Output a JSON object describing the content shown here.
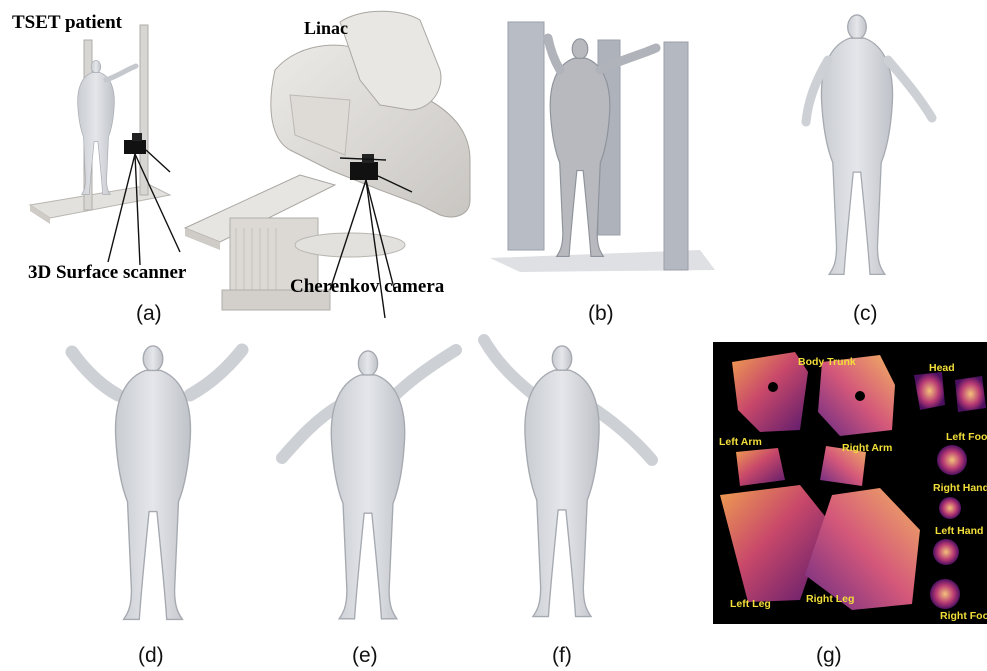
{
  "panel_a": {
    "labels": {
      "patient": "TSET patient",
      "linac": "Linac",
      "scanner": "3D Surface scanner",
      "camera": "Cherenkov camera"
    }
  },
  "panel_g": {
    "labels": {
      "body_trunk": "Body Trunk",
      "head": "Head",
      "left_arm": "Left Arm",
      "right_arm": "Right Arm",
      "left_foot": "Left Foo",
      "right_hand": "Right Hand",
      "left_hand": "Left Hand",
      "left_leg": "Left Leg",
      "right_leg": "Right Leg",
      "right_foot": "Right Foo"
    }
  },
  "panel_labels": {
    "a": "(a)",
    "b": "(b)",
    "c": "(c)",
    "d": "(d)",
    "e": "(e)",
    "f": "(f)",
    "g": "(g)"
  }
}
